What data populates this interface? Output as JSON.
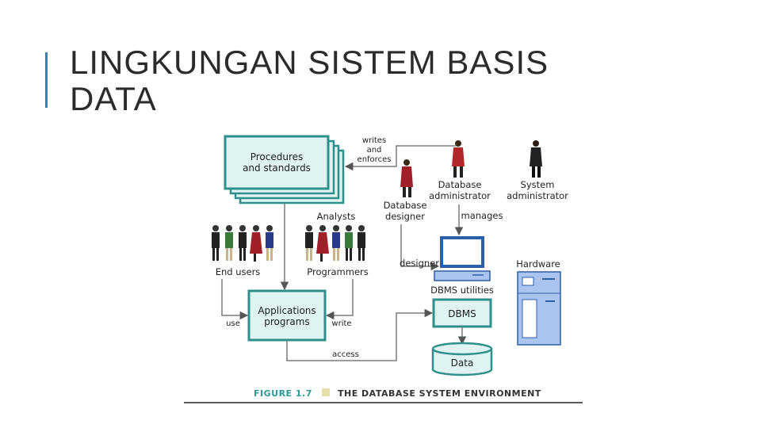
{
  "slide": {
    "title_line1": "LINGKUNGAN SISTEM BASIS",
    "title_line2": "DATA"
  },
  "diagram": {
    "procedures_box": [
      "Procedures",
      "and standards"
    ],
    "writes_enforces": [
      "writes",
      "and",
      "enforces"
    ],
    "database_administrator": [
      "Database",
      "administrator"
    ],
    "system_administrator": [
      "System",
      "administrator"
    ],
    "database_designer": [
      "Database",
      "designer"
    ],
    "analysts": "Analysts",
    "manages": "manages",
    "end_users": "End users",
    "programmers": "Programmers",
    "designer": "designer",
    "hardware": "Hardware",
    "dbms_utilities": "DBMS utilities",
    "applications_box": [
      "Applications",
      "programs"
    ],
    "dbms_box": "DBMS",
    "use": "use",
    "write": "write",
    "access": "access",
    "data": "Data",
    "caption_figure": "FIGURE 1.7",
    "caption_title": "THE DATABASE SYSTEM ENVIRONMENT"
  },
  "colors": {
    "box_fill": "#dff3f3",
    "box_border": "#2f8f8a",
    "arrow": "#7a7a7a",
    "hardware_fill": "#a9c4ee",
    "caption_teal": "#2f9a9a",
    "accent": "#3a7fb8"
  }
}
